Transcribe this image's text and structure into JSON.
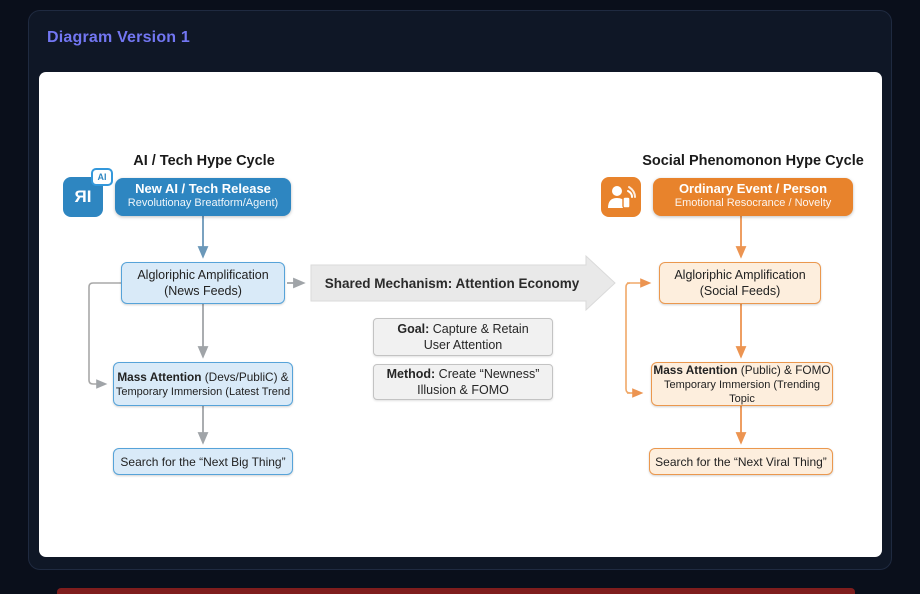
{
  "window": {
    "title": "Diagram Version 1"
  },
  "diagram": {
    "left": {
      "title": "AI / Tech Hype Cycle",
      "icon_text": "ЯI",
      "icon_badge": "AI",
      "box1_title": "New AI / Tech Release",
      "box1_sub": "Revolutionay Breatform/Agent)",
      "box2_line1": "Algloriphic Amplification",
      "box2_line2": "(News Feeds)",
      "box3_bold": "Mass Attention",
      "box3_rest": " (Devs/PubliC) &",
      "box3_line2": "Temporary Immersion (Latest Trend",
      "box4": "Search for the “Next Big Thing”"
    },
    "center": {
      "arrow_label": "Shared Mechanism: Attention Economy",
      "goal_bold": "Goal:",
      "goal_rest": " Capture & Retain",
      "goal_line2": "User Attention",
      "method_bold": "Method:",
      "method_rest": " Create “Newness”",
      "method_line2": "Illusion & FOMO"
    },
    "right": {
      "title": "Social Phenomonon Hype Cycle",
      "box1_title": "Ordinary Event / Person",
      "box1_sub": "Emotional Resocrance / Novelty",
      "box2_line1": "Algloriphic Amplification",
      "box2_line2": "(Social Feeds)",
      "box3_bold": "Mass Attention",
      "box3_rest": " (Public) & FOMO",
      "box3_line2": "Temporary Immersion (Trending Topic",
      "box4": "Search for the “Next Viral Thing”"
    },
    "colors": {
      "header_accent": "#7276f2",
      "blue_primary": "#2e86c1",
      "blue_light": "#d9eaf8",
      "blue_border": "#56a3d9",
      "orange_primary": "#e8832c",
      "orange_light": "#fdeedd",
      "orange_border": "#eb984e",
      "gray_arrow": "#a0a4a8",
      "big_arrow_fill": "#e9e9e9",
      "red_bar": "#7f1d1d"
    }
  }
}
